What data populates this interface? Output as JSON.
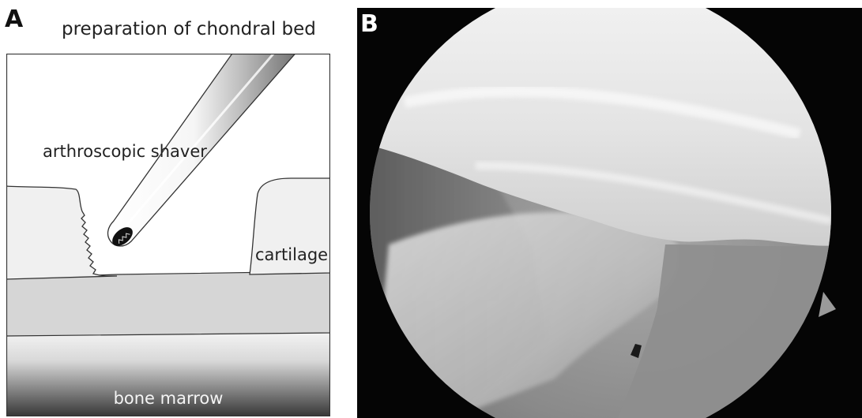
{
  "panel_a": {
    "letter": "A",
    "title": "preparation of chondral bed",
    "labels": {
      "shaver": "arthroscopic shaver",
      "cartilage": "cartilage",
      "bone_marrow": "bone marrow"
    },
    "colors": {
      "cartilage": "#f2f2f2",
      "subchondral_bone": "#d8d8d8",
      "marrow_top": "#f0f0f0",
      "marrow_bottom": "#3a3a3a"
    }
  },
  "panel_b": {
    "letter": "B"
  }
}
